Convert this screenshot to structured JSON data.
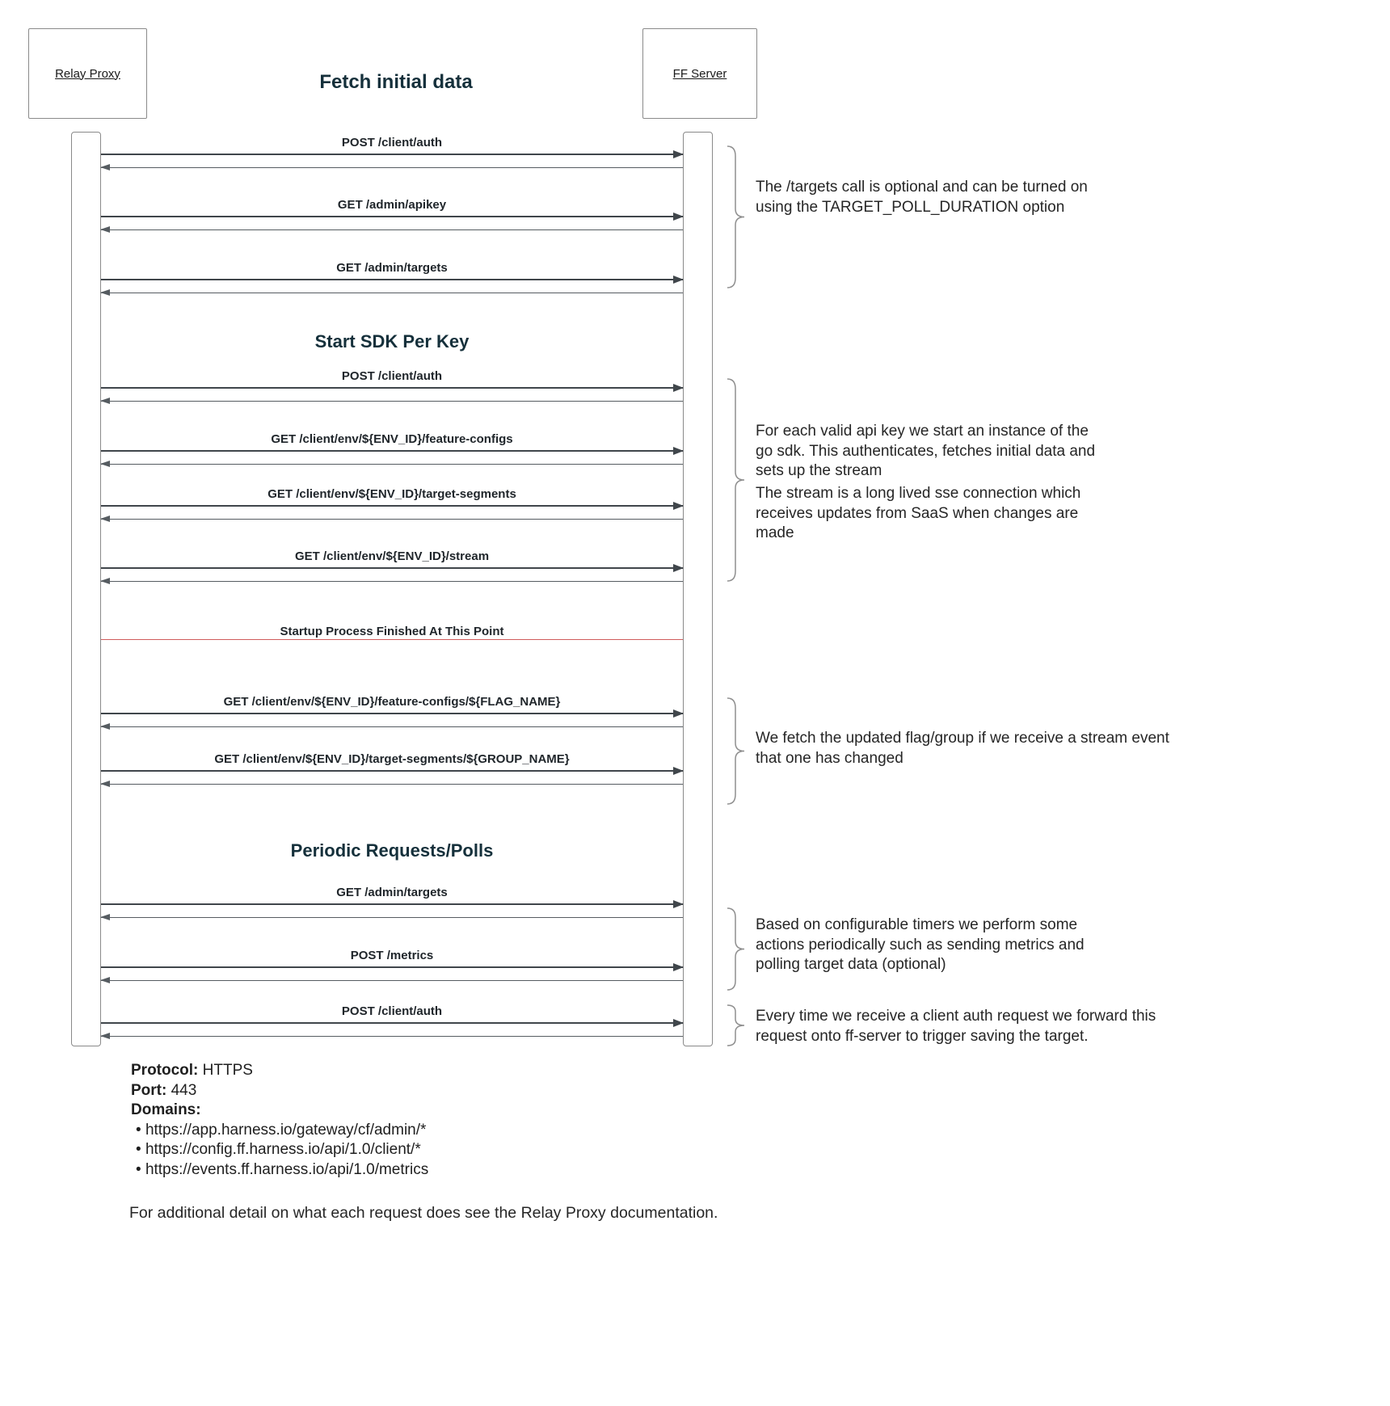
{
  "diagram": {
    "title": "Fetch initial data",
    "actors": [
      {
        "label": "Relay Proxy"
      },
      {
        "label": "FF Server"
      }
    ],
    "headers": {
      "start_sdk": "Start SDK Per Key",
      "periodic": "Periodic Requests/Polls"
    },
    "divider": {
      "label": "Startup Process Finished At This Point",
      "color": "#d05c5c"
    },
    "messages": [
      {
        "label": "POST /client/auth"
      },
      {
        "label": "GET /admin/apikey"
      },
      {
        "label": "GET /admin/targets"
      },
      {
        "label": "POST /client/auth"
      },
      {
        "label": "GET /client/env/${ENV_ID}/feature-configs"
      },
      {
        "label": "GET /client/env/${ENV_ID}/target-segments"
      },
      {
        "label": "GET /client/env/${ENV_ID}/stream"
      },
      {
        "label": "GET /client/env/${ENV_ID}/feature-configs/${FLAG_NAME}"
      },
      {
        "label": "GET /client/env/${ENV_ID}/target-segments/${GROUP_NAME}"
      },
      {
        "label": "GET /admin/targets"
      },
      {
        "label": "POST /metrics"
      },
      {
        "label": "POST /client/auth"
      }
    ],
    "annotations": [
      {
        "text": "The /targets call is optional and can be turned on using the TARGET_POLL_DURATION option"
      },
      {
        "text": "For each valid api key we start an instance of the go sdk. This authenticates, fetches initial data and sets up the stream",
        "text2": "The stream is a long lived sse connection which receives updates from SaaS when changes are made"
      },
      {
        "text": "We fetch the updated flag/group if we receive a stream event that one has changed"
      },
      {
        "text": "Based on configurable timers we perform some actions periodically such as sending metrics and polling target data (optional)"
      },
      {
        "text": "Every time we receive a client auth request we forward this request onto ff-server to trigger saving the target."
      }
    ],
    "footer": {
      "protocol_label": "Protocol:",
      "protocol_value": "HTTPS",
      "port_label": "Port:",
      "port_value": "443",
      "domains_label": "Domains:",
      "domains": [
        "https://app.harness.io/gateway/cf/admin/*",
        "https://config.ff.harness.io/api/1.0/client/*",
        "https://events.ff.harness.io/api/1.0/metrics"
      ],
      "note": "For additional detail on what each request does see the Relay Proxy documentation."
    }
  }
}
